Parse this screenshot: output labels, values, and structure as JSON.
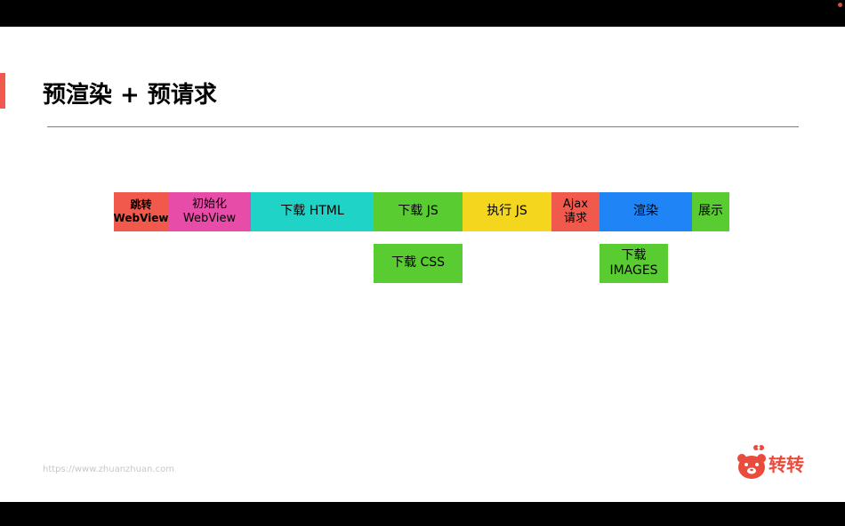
{
  "slide": {
    "title": "预渲染 + 预请求",
    "footer_url": "https://www.zhuanzhuan.com"
  },
  "logo": {
    "text": "转转",
    "icon": "bear-icon",
    "color": "#e94b3c"
  },
  "timeline": {
    "row1": [
      {
        "label": "跳转\nWebView",
        "color": "#f0594b"
      },
      {
        "label": "初始化\nWebView",
        "color": "#e74ca8"
      },
      {
        "label": "下载 HTML",
        "color": "#1fd3c6"
      },
      {
        "label": "下载 JS",
        "color": "#58cc31"
      },
      {
        "label": "执行 JS",
        "color": "#f5d61e"
      },
      {
        "label": "Ajax\n请求",
        "color": "#f0594b"
      },
      {
        "label": "渲染",
        "color": "#1f84f5"
      },
      {
        "label": "展示",
        "color": "#58cc31"
      }
    ],
    "row2": [
      {
        "label": "下载 CSS",
        "color": "#58cc31"
      },
      {
        "label": "下载\nIMAGES",
        "color": "#58cc31"
      }
    ]
  }
}
